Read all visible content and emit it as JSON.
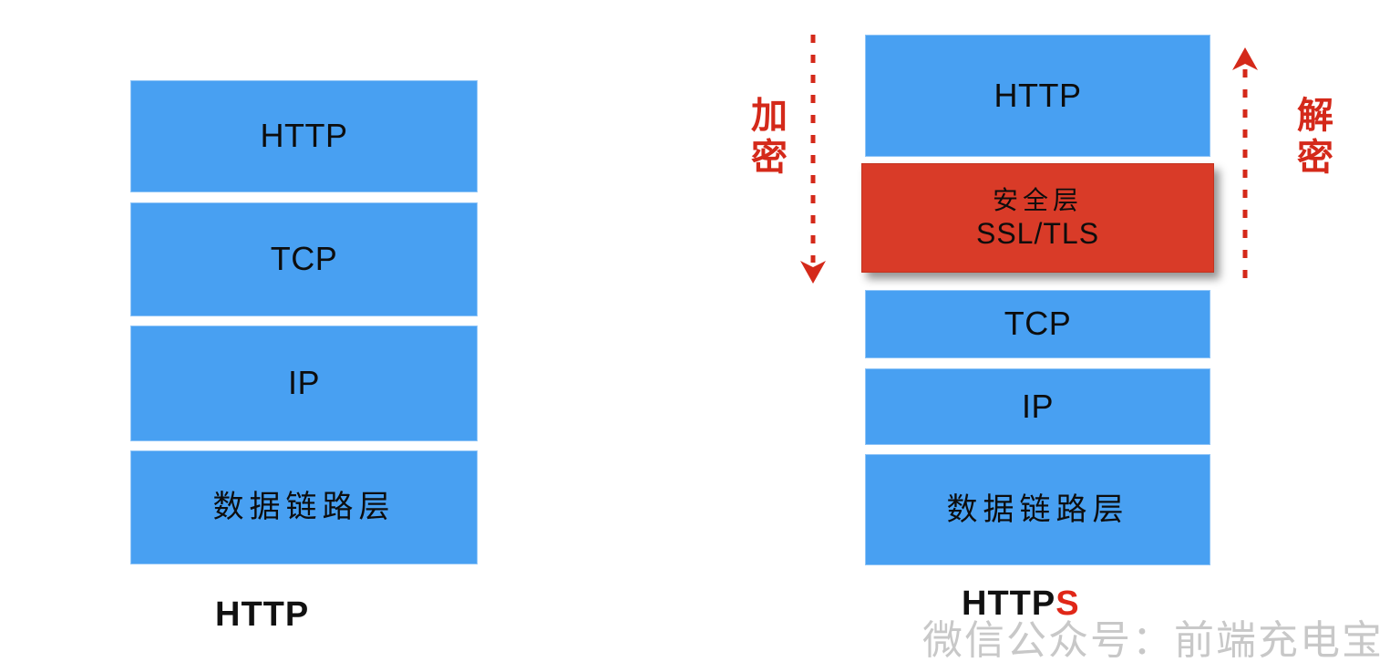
{
  "diagram": {
    "title_left": "HTTP",
    "title_right": "HTTPS",
    "title_right_base": "HTTP",
    "title_right_accent": "S",
    "colors": {
      "layer_blue": "#48A0F2",
      "security_red": "#D93B28",
      "annotation_red": "#D4291A",
      "accent_s": "#E02718",
      "text": "#111111",
      "watermark_gray": "#bfbfbf",
      "background": "#ffffff"
    },
    "left_stack": {
      "name": "HTTP protocol stack",
      "layers": [
        {
          "label": "HTTP",
          "kind": "blue",
          "script": "latin"
        },
        {
          "label": "TCP",
          "kind": "blue",
          "script": "latin"
        },
        {
          "label": "IP",
          "kind": "blue",
          "script": "latin"
        },
        {
          "label": "数据链路层",
          "kind": "blue",
          "script": "cjk"
        }
      ]
    },
    "right_stack": {
      "name": "HTTPS protocol stack",
      "layers": [
        {
          "label": "HTTP",
          "kind": "blue",
          "script": "latin"
        },
        {
          "label_cjk": "安全层",
          "label_latin": "SSL/TLS",
          "kind": "red",
          "script": "mixed"
        },
        {
          "label": "TCP",
          "kind": "blue",
          "script": "latin"
        },
        {
          "label": "IP",
          "kind": "blue",
          "script": "latin"
        },
        {
          "label": "数据链路层",
          "kind": "blue",
          "script": "cjk"
        }
      ]
    },
    "annotations": {
      "left": {
        "text": "加密",
        "meaning": "encrypt",
        "arrow": "down-dashed-arrow"
      },
      "right": {
        "text": "解密",
        "meaning": "decrypt",
        "arrow": "up-dashed-arrow"
      }
    },
    "watermark": "微信公众号：前端充电宝"
  }
}
